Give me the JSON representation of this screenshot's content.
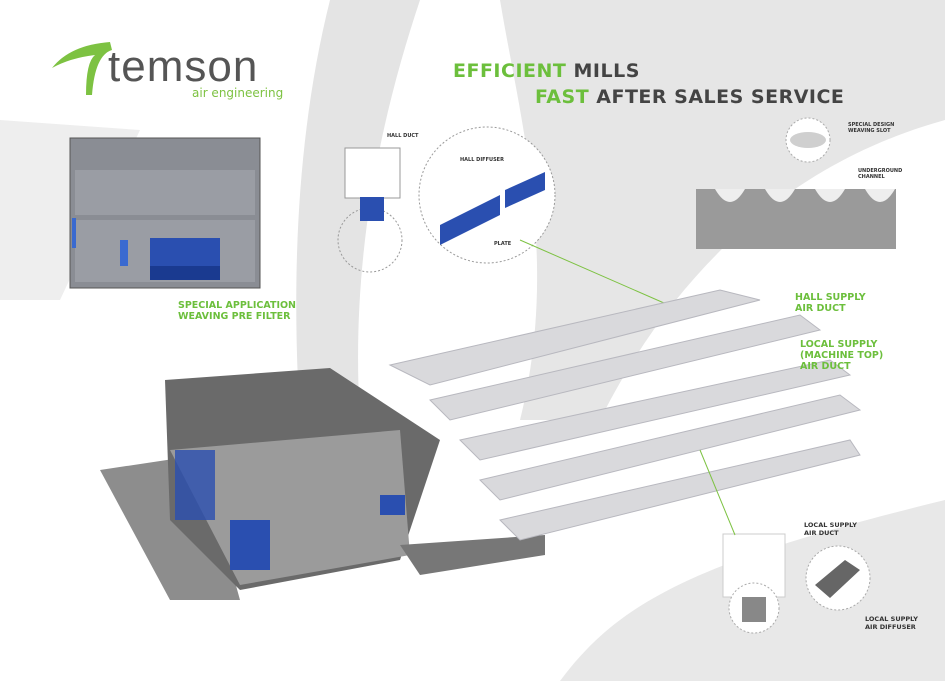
{
  "logo": {
    "name": "temson",
    "tagline": "air engineering"
  },
  "headline": {
    "line1_accent": "EFFICIENT",
    "line1_rest": "MILLS",
    "line2_accent": "FAST",
    "line2_rest": "AFTER SALES SERVICE"
  },
  "labels": {
    "special_application": [
      "SPECIAL APPLICATION",
      "WEAVING PRE FILTER"
    ],
    "hall_duct": "HALL DUCT",
    "hall_diffuser": "HALL DIFFUSER",
    "plate": "PLATE",
    "weaving_slot": [
      "SPECIAL DESIGN",
      "WEAVING SLOT"
    ],
    "underground_channel": [
      "UNDERGROUND",
      "CHANNEL"
    ],
    "hall_supply": [
      "HALL SUPPLY",
      "AIR DUCT"
    ],
    "local_supply_top": [
      "LOCAL SUPPLY",
      "(MACHINE TOP)",
      "AIR DUCT"
    ],
    "local_supply_duct": [
      "LOCAL SUPPLY",
      "AIR DUCT"
    ],
    "local_supply_diffuser": [
      "LOCAL SUPPLY",
      "AIR DIFFUSER"
    ]
  },
  "colors": {
    "accent": "#6cbf3c",
    "text": "#444444",
    "blue": "#2a4fb0"
  }
}
